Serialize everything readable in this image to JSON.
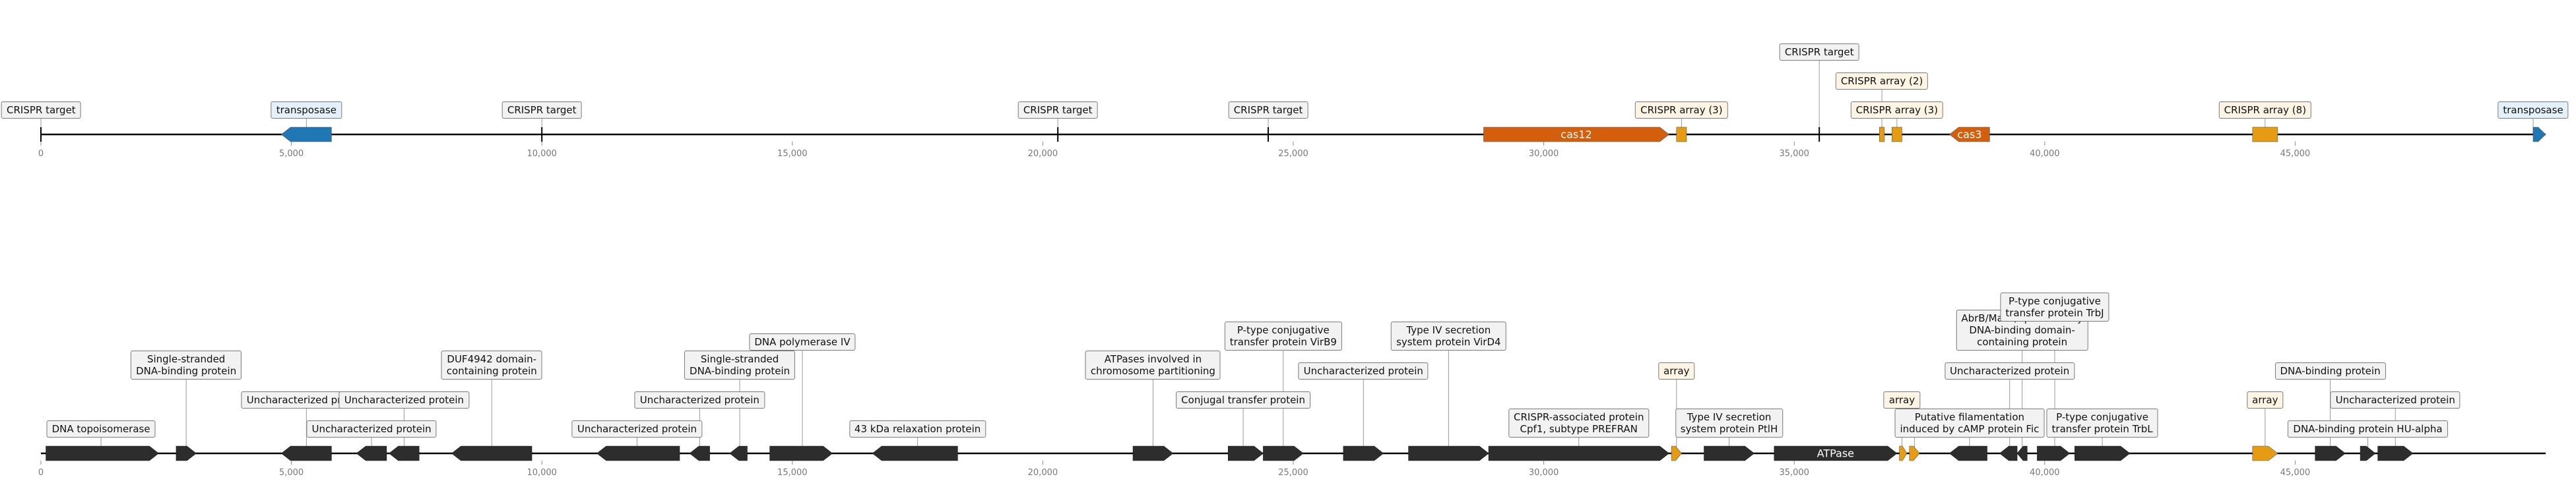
{
  "axis": {
    "min": 0,
    "max": 50000,
    "ticks": [
      "0",
      "5,000",
      "10,000",
      "15,000",
      "20,000",
      "25,000",
      "30,000",
      "35,000",
      "40,000",
      "45,000"
    ]
  },
  "colors": {
    "dark": "#2d2d2d",
    "blue": "#1f77b4",
    "orange": "#e59c12",
    "rust": "#d35f0d",
    "track": "#000000",
    "leader": "#999999"
  },
  "tracks": [
    {
      "id": "crispr-track",
      "features": [
        {
          "kind": "site",
          "pos": 0
        },
        {
          "kind": "gene",
          "start": 4800,
          "end": 5800,
          "strand": -1,
          "color": "blue"
        },
        {
          "kind": "site",
          "pos": 10000
        },
        {
          "kind": "site",
          "pos": 20300
        },
        {
          "kind": "site",
          "pos": 24500
        },
        {
          "kind": "gene",
          "start": 28800,
          "end": 32500,
          "strand": 1,
          "color": "rust",
          "name": "cas12"
        },
        {
          "kind": "block",
          "start": 32650,
          "end": 32850,
          "color": "orange"
        },
        {
          "kind": "site",
          "pos": 35500
        },
        {
          "kind": "block",
          "start": 36700,
          "end": 36800,
          "color": "orange"
        },
        {
          "kind": "block",
          "start": 36950,
          "end": 37150,
          "color": "orange"
        },
        {
          "kind": "gene",
          "start": 38100,
          "end": 38900,
          "strand": -1,
          "color": "rust",
          "name": "cas3"
        },
        {
          "kind": "block",
          "start": 44150,
          "end": 44650,
          "color": "orange"
        },
        {
          "kind": "gene",
          "start": 49750,
          "end": 50000,
          "strand": 1,
          "color": "blue"
        }
      ],
      "labels": [
        {
          "text": [
            "CRISPR target"
          ],
          "pos": 0,
          "level": 0,
          "style": "gray"
        },
        {
          "text": [
            "transposase"
          ],
          "pos": 5300,
          "level": 0,
          "style": "blue"
        },
        {
          "text": [
            "CRISPR target"
          ],
          "pos": 10000,
          "level": 0,
          "style": "gray"
        },
        {
          "text": [
            "CRISPR target"
          ],
          "pos": 20300,
          "level": 0,
          "style": "gray"
        },
        {
          "text": [
            "CRISPR target"
          ],
          "pos": 24500,
          "level": 0,
          "style": "gray"
        },
        {
          "text": [
            "CRISPR array (3)"
          ],
          "pos": 32750,
          "level": 0,
          "style": "orange"
        },
        {
          "text": [
            "CRISPR target"
          ],
          "pos": 35500,
          "level": 2,
          "style": "gray"
        },
        {
          "text": [
            "CRISPR array (2)"
          ],
          "pos": 36750,
          "level": 1,
          "style": "orange"
        },
        {
          "text": [
            "CRISPR array (3)"
          ],
          "pos": 37050,
          "level": 0,
          "style": "orange"
        },
        {
          "text": [
            "CRISPR array (8)"
          ],
          "pos": 44400,
          "level": 0,
          "style": "orange"
        },
        {
          "text": [
            "transposase"
          ],
          "pos": 49750,
          "level": 0,
          "style": "blue"
        }
      ]
    },
    {
      "id": "annotation-track",
      "features": [
        {
          "kind": "gene",
          "start": 100,
          "end": 2350,
          "strand": 1,
          "color": "dark"
        },
        {
          "kind": "gene",
          "start": 2700,
          "end": 3100,
          "strand": 1,
          "color": "dark"
        },
        {
          "kind": "gene",
          "start": 4800,
          "end": 5800,
          "strand": -1,
          "color": "dark"
        },
        {
          "kind": "gene",
          "start": 6300,
          "end": 6900,
          "strand": -1,
          "color": "dark"
        },
        {
          "kind": "gene",
          "start": 6950,
          "end": 7550,
          "strand": -1,
          "color": "dark"
        },
        {
          "kind": "gene",
          "start": 8200,
          "end": 9800,
          "strand": -1,
          "color": "dark"
        },
        {
          "kind": "gene",
          "start": 11100,
          "end": 12750,
          "strand": -1,
          "color": "dark"
        },
        {
          "kind": "gene",
          "start": 12950,
          "end": 13350,
          "strand": -1,
          "color": "dark"
        },
        {
          "kind": "gene",
          "start": 13750,
          "end": 14100,
          "strand": -1,
          "color": "dark"
        },
        {
          "kind": "gene",
          "start": 14550,
          "end": 15800,
          "strand": 1,
          "color": "dark"
        },
        {
          "kind": "gene",
          "start": 16600,
          "end": 18300,
          "strand": -1,
          "color": "dark"
        },
        {
          "kind": "gene",
          "start": 21800,
          "end": 22600,
          "strand": 1,
          "color": "dark"
        },
        {
          "kind": "gene",
          "start": 23700,
          "end": 24400,
          "strand": 1,
          "color": "dark"
        },
        {
          "kind": "gene",
          "start": 24400,
          "end": 25200,
          "strand": 1,
          "color": "dark"
        },
        {
          "kind": "gene",
          "start": 26000,
          "end": 26800,
          "strand": 1,
          "color": "dark"
        },
        {
          "kind": "gene",
          "start": 27300,
          "end": 28900,
          "strand": 1,
          "color": "dark"
        },
        {
          "kind": "gene",
          "start": 28900,
          "end": 32500,
          "strand": 1,
          "color": "dark"
        },
        {
          "kind": "gene",
          "start": 32550,
          "end": 32750,
          "strand": 1,
          "color": "orange"
        },
        {
          "kind": "gene",
          "start": 33200,
          "end": 34200,
          "strand": 1,
          "color": "dark"
        },
        {
          "kind": "gene",
          "start": 34600,
          "end": 37050,
          "strand": 1,
          "color": "dark",
          "name": "ATPase"
        },
        {
          "kind": "gene",
          "start": 37100,
          "end": 37250,
          "strand": 1,
          "color": "orange"
        },
        {
          "kind": "gene",
          "start": 37300,
          "end": 37500,
          "strand": 1,
          "color": "orange"
        },
        {
          "kind": "gene",
          "start": 38100,
          "end": 38850,
          "strand": -1,
          "color": "dark"
        },
        {
          "kind": "gene",
          "start": 39100,
          "end": 39450,
          "strand": -1,
          "color": "dark"
        },
        {
          "kind": "gene",
          "start": 39450,
          "end": 39650,
          "strand": -1,
          "color": "dark"
        },
        {
          "kind": "gene",
          "start": 39850,
          "end": 40500,
          "strand": 1,
          "color": "dark"
        },
        {
          "kind": "gene",
          "start": 40600,
          "end": 41700,
          "strand": 1,
          "color": "dark"
        },
        {
          "kind": "gene",
          "start": 44150,
          "end": 44650,
          "strand": 1,
          "color": "orange"
        },
        {
          "kind": "gene",
          "start": 45400,
          "end": 46000,
          "strand": 1,
          "color": "dark"
        },
        {
          "kind": "gene",
          "start": 46300,
          "end": 46600,
          "strand": 1,
          "color": "dark"
        },
        {
          "kind": "gene",
          "start": 46650,
          "end": 47350,
          "strand": 1,
          "color": "dark"
        }
      ],
      "labels": [
        {
          "text": [
            "DNA topoisomerase"
          ],
          "pos": 1200,
          "level": 0,
          "style": "gray"
        },
        {
          "text": [
            "Single-stranded",
            "DNA-binding protein"
          ],
          "pos": 2900,
          "level": 2,
          "style": "gray"
        },
        {
          "text": [
            "Uncharacterized protein"
          ],
          "pos": 5300,
          "level": 1,
          "style": "gray"
        },
        {
          "text": [
            "Uncharacterized protein"
          ],
          "pos": 6600,
          "level": 0,
          "style": "gray"
        },
        {
          "text": [
            "Uncharacterized protein"
          ],
          "pos": 7250,
          "level": 1,
          "style": "gray"
        },
        {
          "text": [
            "DUF4942 domain-",
            "containing protein"
          ],
          "pos": 9000,
          "level": 2,
          "style": "gray"
        },
        {
          "text": [
            "Uncharacterized protein"
          ],
          "pos": 11900,
          "level": 0,
          "style": "gray"
        },
        {
          "text": [
            "Uncharacterized protein"
          ],
          "pos": 13150,
          "level": 1,
          "style": "gray"
        },
        {
          "text": [
            "Single-stranded",
            "DNA-binding protein"
          ],
          "pos": 13950,
          "level": 2,
          "style": "gray"
        },
        {
          "text": [
            "DNA polymerase IV"
          ],
          "pos": 15200,
          "level": 3,
          "style": "gray"
        },
        {
          "text": [
            "43 kDa relaxation protein"
          ],
          "pos": 17500,
          "level": 0,
          "style": "gray"
        },
        {
          "text": [
            "ATPases involved in",
            "chromosome partitioning"
          ],
          "pos": 22200,
          "level": 2,
          "style": "gray"
        },
        {
          "text": [
            "Conjugal transfer protein"
          ],
          "pos": 24000,
          "level": 1,
          "style": "gray"
        },
        {
          "text": [
            "P-type conjugative",
            "transfer protein VirB9"
          ],
          "pos": 24800,
          "level": 3,
          "style": "gray"
        },
        {
          "text": [
            "Uncharacterized protein"
          ],
          "pos": 26400,
          "level": 2,
          "style": "gray"
        },
        {
          "text": [
            "Type IV secretion",
            "system protein VirD4"
          ],
          "pos": 28100,
          "level": 3,
          "style": "gray"
        },
        {
          "text": [
            "CRISPR-associated protein",
            "Cpf1, subtype PREFRAN"
          ],
          "pos": 30700,
          "level": 0,
          "style": "gray"
        },
        {
          "text": [
            "array"
          ],
          "pos": 32650,
          "level": 2,
          "style": "orange"
        },
        {
          "text": [
            "Type IV secretion",
            "system protein PtlH"
          ],
          "pos": 33700,
          "level": 0,
          "style": "gray"
        },
        {
          "text": [
            "array"
          ],
          "pos": 37150,
          "level": 1,
          "style": "orange"
        },
        {
          "text": [
            "array"
          ],
          "pos": 37400,
          "level": 0,
          "style": "orange"
        },
        {
          "text": [
            "Putative filamentation",
            "induced by cAMP protein Fic"
          ],
          "pos": 38500,
          "level": 0,
          "style": "gray"
        },
        {
          "text": [
            "Uncharacterized protein"
          ],
          "pos": 39300,
          "level": 2,
          "style": "gray"
        },
        {
          "text": [
            "AbrB/MazE/SpoVT family",
            "DNA-binding domain-",
            "containing protein"
          ],
          "pos": 39550,
          "level": 3,
          "style": "gray"
        },
        {
          "text": [
            "P-type conjugative",
            "transfer protein TrbJ"
          ],
          "pos": 40200,
          "level": 4,
          "style": "gray"
        },
        {
          "text": [
            "P-type conjugative",
            "transfer protein TrbL"
          ],
          "pos": 41150,
          "level": 0,
          "style": "gray"
        },
        {
          "text": [
            "array"
          ],
          "pos": 44400,
          "level": 1,
          "style": "orange"
        },
        {
          "text": [
            "DNA-binding protein"
          ],
          "pos": 45700,
          "level": 2,
          "style": "gray"
        },
        {
          "text": [
            "DNA-binding protein HU-alpha"
          ],
          "pos": 46450,
          "level": 0,
          "style": "gray"
        },
        {
          "text": [
            "Uncharacterized protein"
          ],
          "pos": 47000,
          "level": 1,
          "style": "gray"
        }
      ]
    }
  ]
}
